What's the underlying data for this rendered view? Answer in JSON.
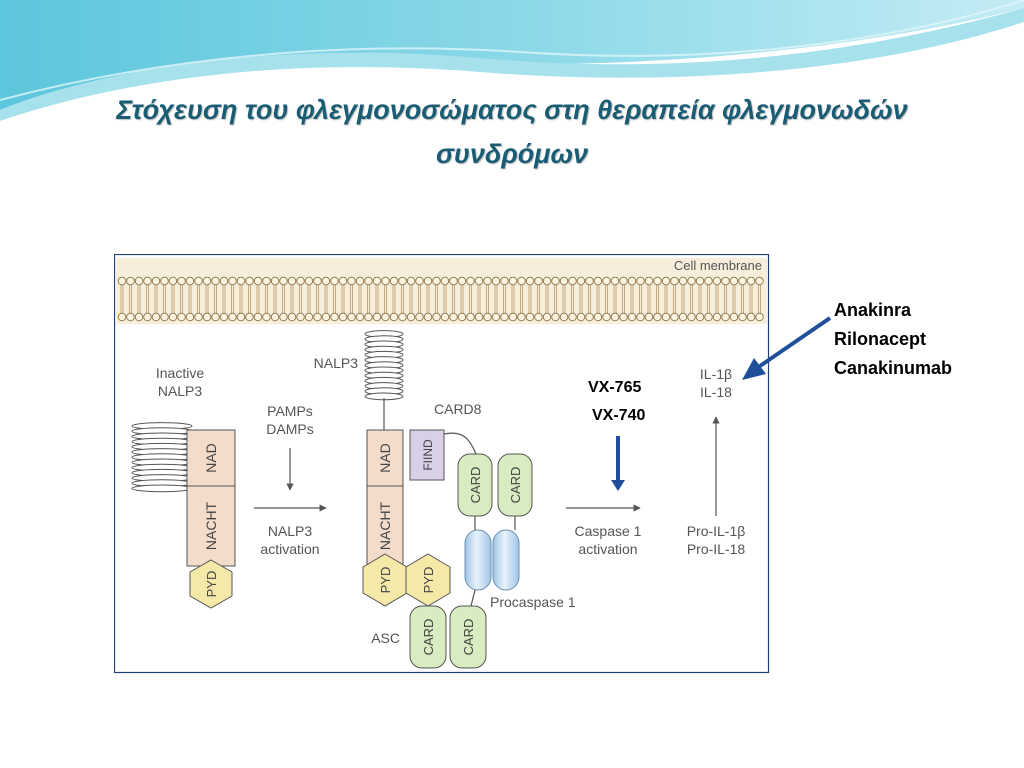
{
  "slide": {
    "title_line1": "Στόχευση του φλεγμονοσώματος στη θεραπεία φλεγμονωδών",
    "title_line2": "συνδρόμων"
  },
  "annotations": {
    "drugs_il1": [
      "Anakinra",
      "Rilonacept",
      "Canakinumab"
    ],
    "drug_vx765": "VX-765",
    "drug_vx740": "VX-740"
  },
  "diagram": {
    "cell_membrane": "Cell membrane",
    "inactive_line1": "Inactive",
    "inactive_line2": "NALP3",
    "pamps": "PAMPs",
    "damps": "DAMPs",
    "nalp3_activation_line1": "NALP3",
    "nalp3_activation_line2": "activation",
    "nalp3": "NALP3",
    "card8": "CARD8",
    "nad": "NAD",
    "nacht": "NACHT",
    "pyd": "PYD",
    "fiind": "FIIND",
    "card": "CARD",
    "asc": "ASC",
    "procaspase": "Procaspase 1",
    "caspase_activation_line1": "Caspase 1",
    "caspase_activation_line2": "activation",
    "il1b": "IL-1β",
    "il18": "IL-18",
    "pro_il1b": "Pro-IL-1β",
    "pro_il18": "Pro-IL-18"
  },
  "colors": {
    "title": "#1a5c74",
    "nad_fill": "#f3dcc9",
    "nacht_fill": "#f3dcc9",
    "pyd_fill": "#f5e9a8",
    "card_fill": "#d7ecc0",
    "fiind_fill": "#d9cfe6",
    "procaspase_fill": "#c9dff1",
    "blue_arrow": "#1f4f9a",
    "frame": "#1f3f7a"
  }
}
